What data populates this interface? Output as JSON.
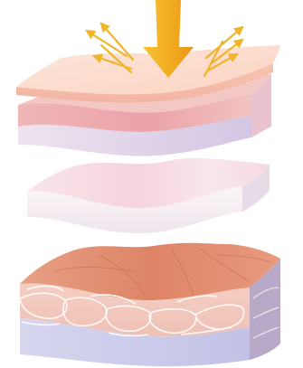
{
  "colors": {
    "background": "#ffffff",
    "arrow": "#f3b427",
    "arrow_dark": "#e79a16",
    "reflected_ray": "#f0b52a",
    "top_layer_face": "#fde0d1",
    "top_layer_edge": "#f6c6b7",
    "pink_band": "#ecaab0",
    "lavender_base": "#d2c7e6",
    "middle_layer_face": "#f8dbe2",
    "middle_layer_edge": "#f3eef2",
    "dermis_top": "#e39070",
    "dermis_front": "#f2c4b8",
    "cell_outline": "#ffffff",
    "bottom_base": "#c9c8e8"
  },
  "icons": {
    "incoming_light": "down-arrow",
    "reflection": "reflected-ray-arrows"
  },
  "layers": [
    {
      "id": "top-layer",
      "type": "sheet-stack"
    },
    {
      "id": "middle-layer",
      "type": "wavy-sheet"
    },
    {
      "id": "bottom-layer",
      "type": "cellular-tissue"
    }
  ]
}
